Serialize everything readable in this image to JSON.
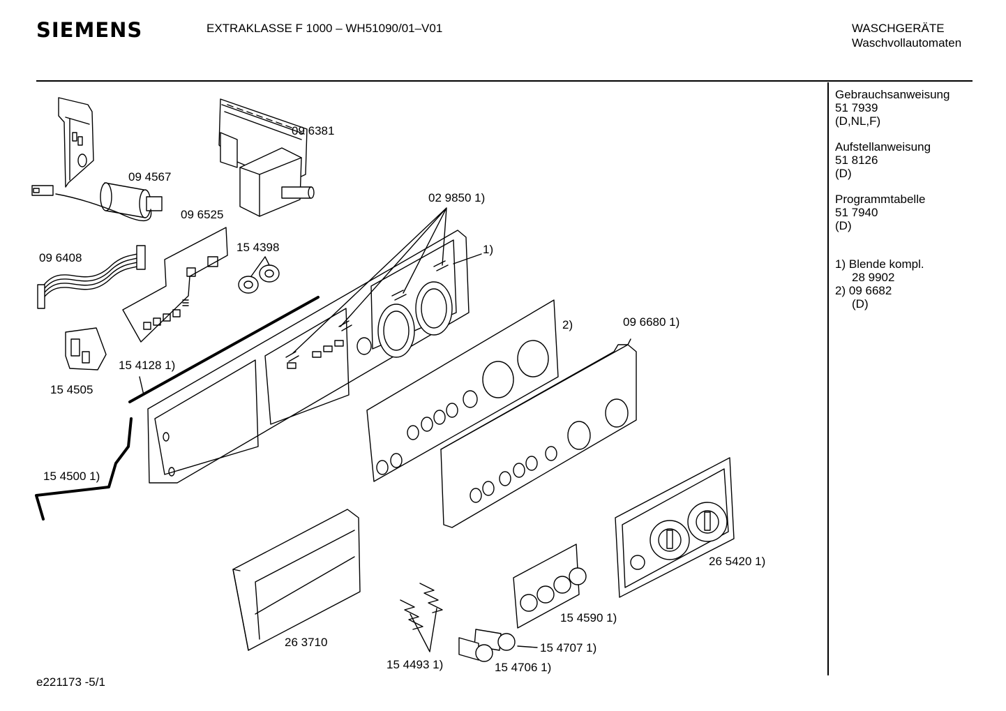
{
  "header": {
    "brand": "SIEMENS",
    "model_title": "EXTRAKLASSE F 1000 – WH51090/01–V01",
    "category": "WASCHGERÄTE",
    "subcategory": "Waschvollautomaten"
  },
  "sidebar": {
    "docs": [
      {
        "title": "Gebrauchsanweisung",
        "number": "51 7939",
        "langs": "(D,NL,F)"
      },
      {
        "title": "Aufstellanweisung",
        "number": "51 8126",
        "langs": "(D)"
      },
      {
        "title": "Programmtabelle",
        "number": "51 7940",
        "langs": "(D)"
      }
    ],
    "footnotes": [
      {
        "marker": "1)",
        "text": "Blende kompl.",
        "number": "28 9902",
        "langs": ""
      },
      {
        "marker": "2)",
        "text": "09 6682",
        "number": "",
        "langs": "(D)"
      }
    ]
  },
  "parts": {
    "p096381": "09 6381",
    "p094567": "09 4567",
    "p096525": "09 6525",
    "p096408": "09 6408",
    "p154398": "15 4398",
    "p029850": "02 9850 1)",
    "p1": "1)",
    "p2": "2)",
    "p096680": "09 6680 1)",
    "p154128": "15 4128 1)",
    "p154505": "15 4505",
    "p154500": "15 4500 1)",
    "p265420": "26 5420 1)",
    "p263710": "26 3710",
    "p154590": "15 4590 1)",
    "p154707": "15 4707 1)",
    "p154493": "15 4493 1)",
    "p154706": "15 4706 1)"
  },
  "footer": {
    "doc_id": "e221173 -5/1"
  }
}
